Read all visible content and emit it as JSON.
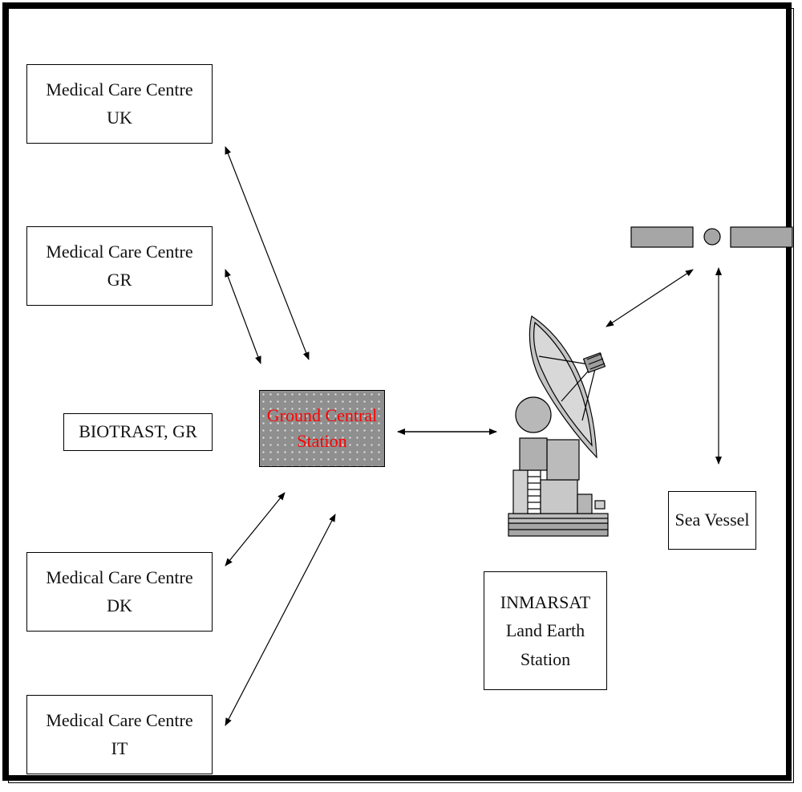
{
  "centres": {
    "uk": {
      "line1": "Medical Care Centre",
      "line2": "UK"
    },
    "gr": {
      "line1": "Medical Care Centre",
      "line2": "GR"
    },
    "dk": {
      "line1": "Medical Care Centre",
      "line2": "DK"
    },
    "it": {
      "line1": "Medical Care Centre",
      "line2": "IT"
    }
  },
  "biotrast": {
    "label": "BIOTRAST, GR"
  },
  "ground_station": {
    "line1": "Ground Central",
    "line2": "Station",
    "text_color": "#ff0000"
  },
  "inmarsat": {
    "line1": "INMARSAT",
    "line2": "Land Earth",
    "line3": "Station"
  },
  "sea_vessel": {
    "label": "Sea Vessel"
  },
  "colors": {
    "frame": "#000000",
    "station_fill": "#8f8f8f",
    "satellite_fill": "#a6a6a6"
  },
  "icons": [
    "satellite-icon",
    "satellite-dish-icon"
  ]
}
